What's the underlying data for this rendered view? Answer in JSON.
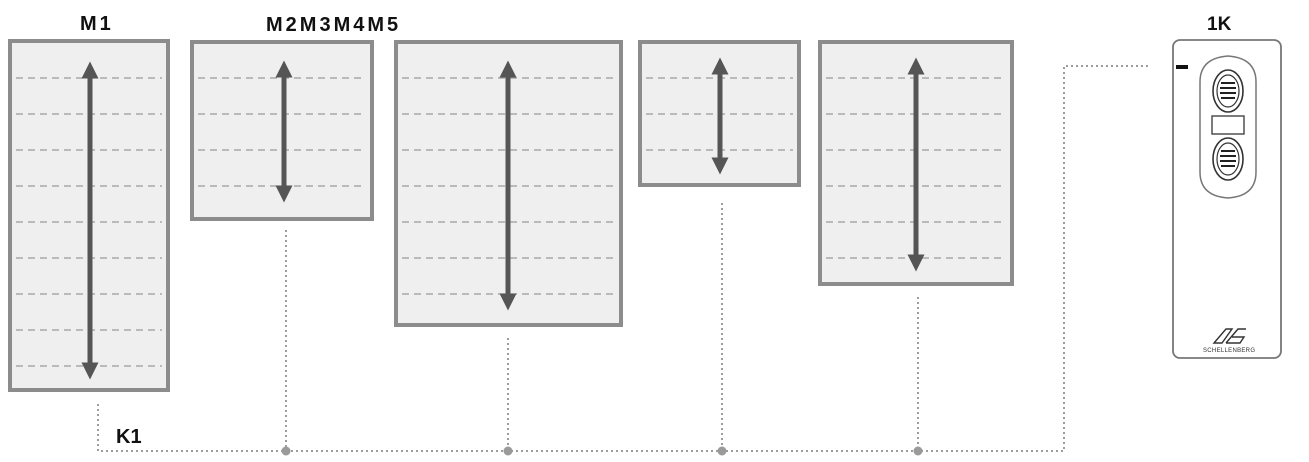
{
  "labels": {
    "m1": "M1",
    "m2_to_m5": "M2M3M4M5",
    "k1": "K1",
    "remote": "1K"
  },
  "remote_brand": "SCHELLENBERG",
  "colors": {
    "panel_fill": "#efefef",
    "panel_border": "#8c8c8c",
    "slat_line": "#9a9a9a",
    "arrow": "#555555",
    "wire": "#9c9c9c",
    "node": "#9a9a9a",
    "remote_border": "#777777"
  },
  "shutters": [
    {
      "id": "M1",
      "slats": 9
    },
    {
      "id": "M2",
      "slats": 4
    },
    {
      "id": "M3",
      "slats": 7
    },
    {
      "id": "M4",
      "slats": 3
    },
    {
      "id": "M5",
      "slats": 6
    }
  ],
  "remote_icons": [
    "up-button-icon",
    "stop-button-icon",
    "down-button-icon",
    "brand-logo-icon"
  ]
}
